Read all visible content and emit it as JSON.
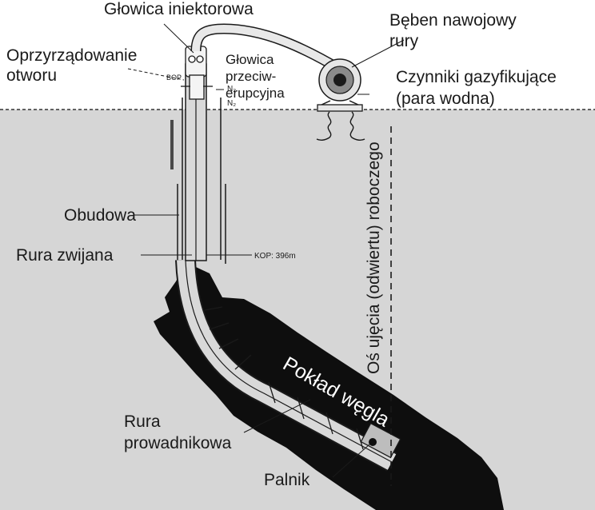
{
  "labels": {
    "injector_head": "Głowica iniektorowa",
    "reel_line1": "Bęben nawojowy",
    "reel_line2": "rury",
    "instrumentation_line1": "Oprzyrządowanie",
    "instrumentation_line2": "otworu",
    "bop_head_line1": "Głowica",
    "bop_head_line2": "przeciw-",
    "bop_head_line3": "erupcyjna",
    "gasifying_line1": "Czynniki gazyfikujące",
    "gasifying_line2": "(para wodna)",
    "bop": "BOP",
    "n2_top": "N₂",
    "n2_bottom": "N₂",
    "casing": "Obudowa",
    "coiled_tubing": "Rura zwijana",
    "kop": "KOP: 396m",
    "axis": "Oś ujęcia (odwiertu) roboczego",
    "coal_seam": "Pokład węgla",
    "guide_pipe_line1": "Rura",
    "guide_pipe_line2": "prowadnikowa",
    "burner": "Palnik"
  },
  "colors": {
    "ground": "#d6d6d6",
    "coal": "#0e0e0e",
    "line": "#1a1a1a",
    "tubing": "#e8e8e8"
  }
}
